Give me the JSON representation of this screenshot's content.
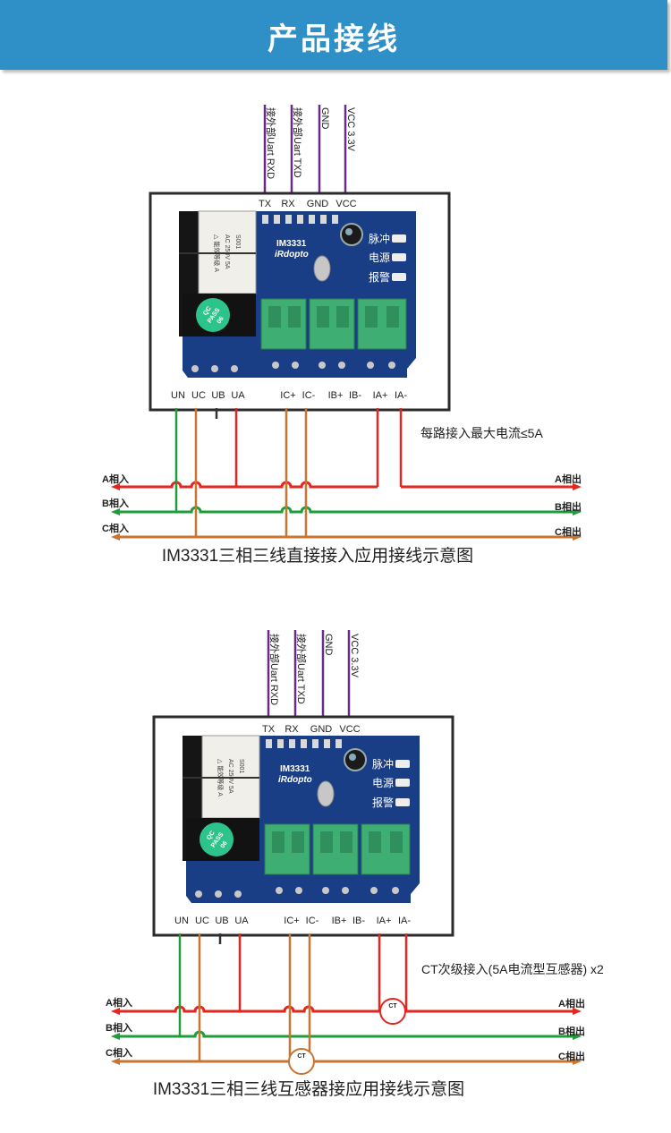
{
  "header": {
    "title": "产品接线"
  },
  "diagrams": [
    {
      "caption": "IM3331三相三线直接接入应用接线示意图",
      "note": "每路接入最大电流≤5A",
      "top_wires": [
        "接外部Uart RXD",
        "接外部Uart TXD",
        "GND",
        "VCC 3.3V"
      ],
      "top_pins": [
        "TX",
        "RX",
        "GND",
        "VCC"
      ],
      "bottom_pins": [
        "UN",
        "UC",
        "UB",
        "UA",
        "IC+",
        "IC-",
        "IB+",
        "IB-",
        "IA+",
        "IA-"
      ],
      "phase_in": [
        "A相入",
        "B相入",
        "C相入"
      ],
      "phase_out": [
        "A相出",
        "B相出",
        "C相出"
      ],
      "board": {
        "model": "IM3331",
        "brand": "iRdopto",
        "leds": [
          "脉冲",
          "电源",
          "报警"
        ],
        "stamp": [
          "QC",
          "PASS",
          "06"
        ]
      }
    },
    {
      "caption": "IM3331三相三线互感器接应用接线示意图",
      "note": "CT次级接入(5A电流型互感器) x2",
      "top_wires": [
        "接外部Uart RXD",
        "接外部Uart TXD",
        "GND",
        "VCC 3.3V"
      ],
      "top_pins": [
        "TX",
        "RX",
        "GND",
        "VCC"
      ],
      "bottom_pins": [
        "UN",
        "UC",
        "UB",
        "UA",
        "IC+",
        "IC-",
        "IB+",
        "IB-",
        "IA+",
        "IA-"
      ],
      "phase_in": [
        "A相入",
        "B相入",
        "C相入"
      ],
      "phase_out": [
        "A相出",
        "B相出",
        "C相出"
      ],
      "board": {
        "model": "IM3331",
        "brand": "iRdopto",
        "leds": [
          "脉冲",
          "电源",
          "报警"
        ],
        "stamp": [
          "QC",
          "PASS",
          "06"
        ]
      },
      "ct_label": "CT"
    }
  ],
  "colors": {
    "banner": "#2f8fc7",
    "phase_a": "#e3261f",
    "phase_b": "#1f9d3a",
    "phase_c": "#c87532",
    "signal": "#6a2a8c",
    "board": "#1a3e86",
    "terminal": "#3fae73"
  }
}
